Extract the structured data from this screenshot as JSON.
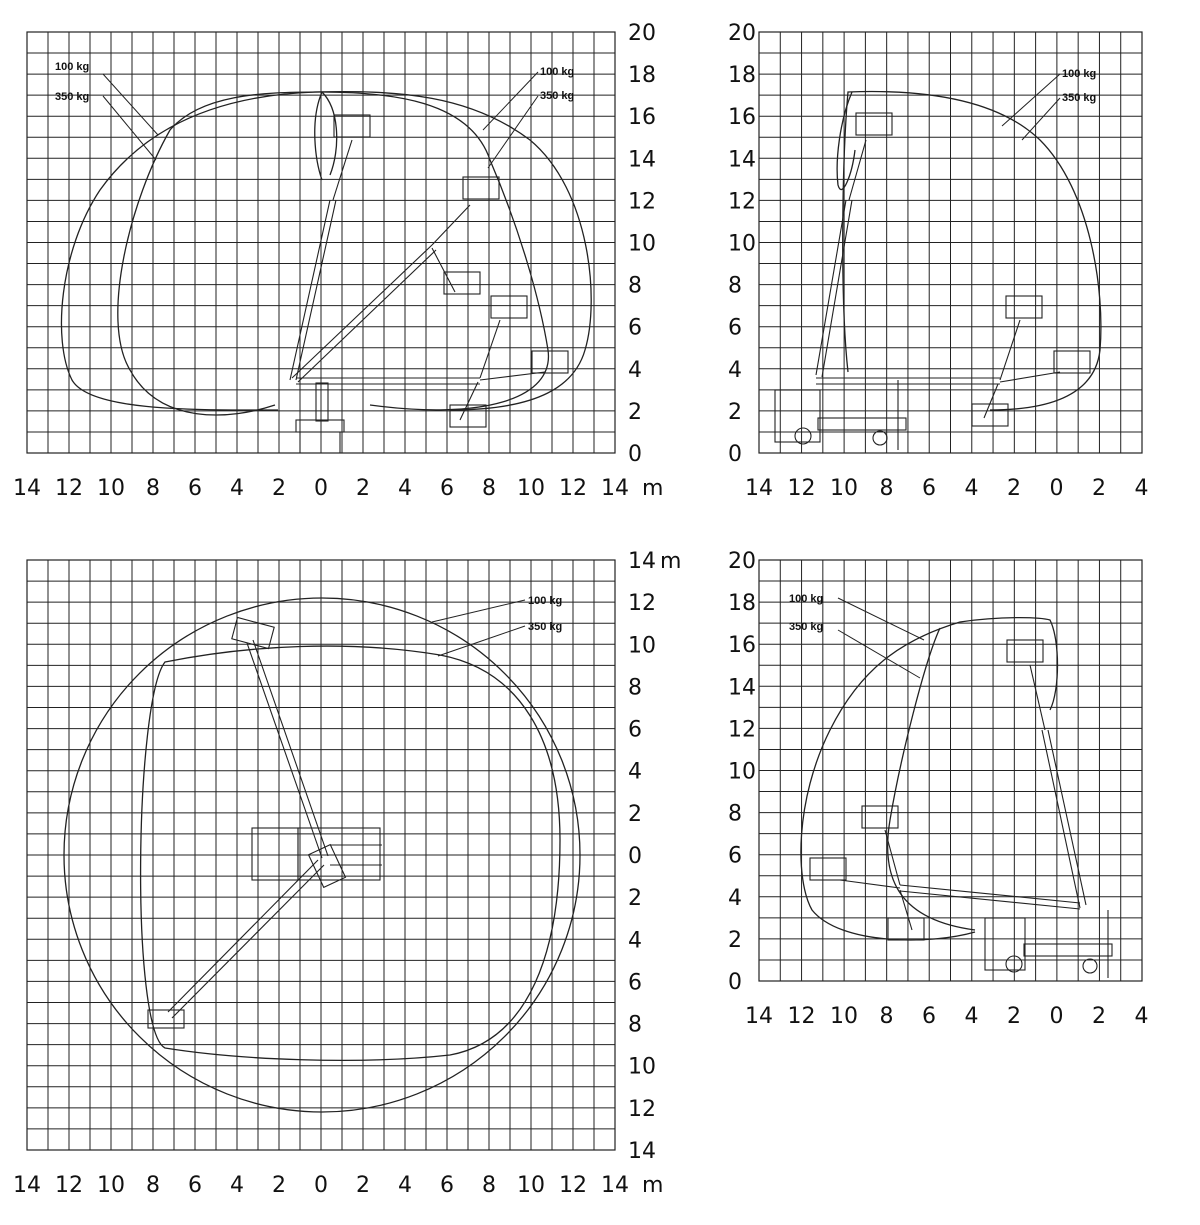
{
  "diagrams": [
    {
      "id": "side-360",
      "x_ticks": [
        "14",
        "12",
        "10",
        "8",
        "6",
        "4",
        "2",
        "0",
        "2",
        "4",
        "6",
        "8",
        "10",
        "12",
        "14"
      ],
      "x_unit": "m",
      "y_ticks": [
        "20",
        "18",
        "16",
        "14",
        "12",
        "10",
        "8",
        "6",
        "4",
        "2",
        "0"
      ],
      "y_unit": "",
      "loads_left": [
        "100 kg",
        "350 kg"
      ],
      "loads_right": [
        "100 kg",
        "350 kg"
      ]
    },
    {
      "id": "side-rear",
      "x_ticks": [
        "14",
        "12",
        "10",
        "8",
        "6",
        "4",
        "2",
        "0",
        "2",
        "4"
      ],
      "x_unit": "",
      "y_ticks": [
        "20",
        "18",
        "16",
        "14",
        "12",
        "10",
        "8",
        "6",
        "4",
        "2",
        "0"
      ],
      "y_unit": "",
      "loads_right": [
        "100 kg",
        "350 kg"
      ]
    },
    {
      "id": "top-view",
      "x_ticks": [
        "14",
        "12",
        "10",
        "8",
        "6",
        "4",
        "2",
        "0",
        "2",
        "4",
        "6",
        "8",
        "10",
        "12",
        "14"
      ],
      "x_unit": "m",
      "y_ticks": [
        "14",
        "12",
        "10",
        "8",
        "6",
        "4",
        "2",
        "0",
        "2",
        "4",
        "6",
        "8",
        "10",
        "12",
        "14"
      ],
      "y_unit": "m",
      "loads_right": [
        "100 kg",
        "350 kg"
      ]
    },
    {
      "id": "side-front",
      "x_ticks": [
        "14",
        "12",
        "10",
        "8",
        "6",
        "4",
        "2",
        "0",
        "2",
        "4"
      ],
      "x_unit": "",
      "y_ticks": [
        "20",
        "18",
        "16",
        "14",
        "12",
        "10",
        "8",
        "6",
        "4",
        "2",
        "0"
      ],
      "y_unit": "",
      "loads_left": [
        "100 kg",
        "350 kg"
      ]
    }
  ]
}
